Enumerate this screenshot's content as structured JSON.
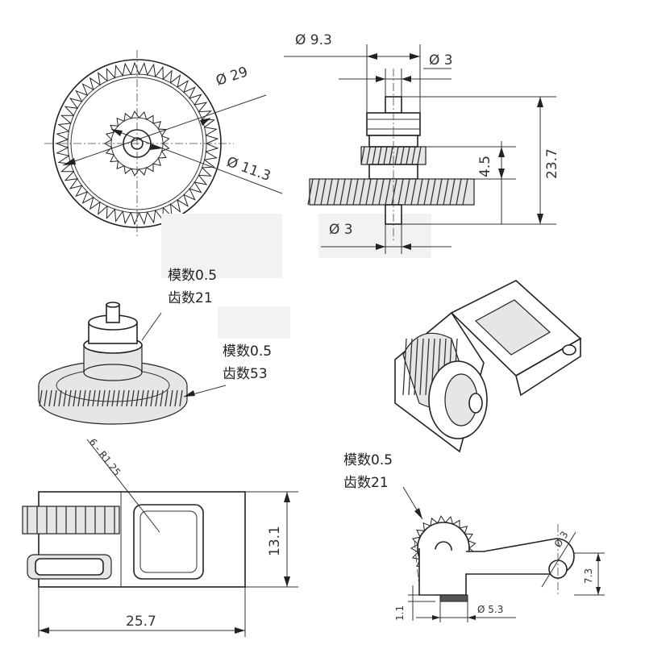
{
  "gear_front_view": {
    "dia_outer": "Ø 29",
    "dia_pinion": "Ø 11.3"
  },
  "gear_side_view": {
    "dia_hub": "Ø 9.3",
    "dia_shaft_top": "Ø 3",
    "dia_shaft_bottom": "Ø 3",
    "height_pinion": "4.5",
    "height_total": "23.7"
  },
  "gear_spec_small": {
    "module": "模数0.5",
    "teeth": "齿数21"
  },
  "gear_spec_large": {
    "module": "模数0.5",
    "teeth": "齿数53"
  },
  "bracket_top_view": {
    "fillet": "6 - R1.25",
    "width": "25.7",
    "height": "13.1"
  },
  "bracket_spec": {
    "module": "模数0.5",
    "teeth": "齿数21"
  },
  "bracket_side_view": {
    "dia_hole": "Ø 3",
    "dia_boss": "Ø 5.3",
    "height": "7.3",
    "offset": "1.1"
  }
}
